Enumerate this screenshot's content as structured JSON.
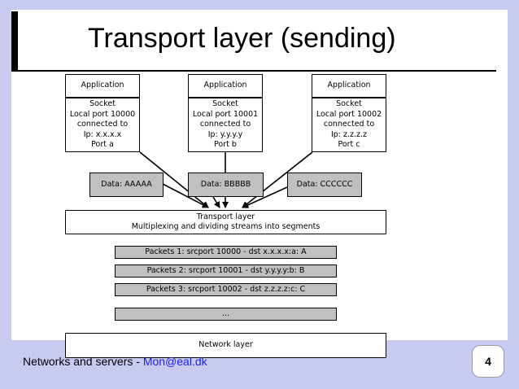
{
  "slide": {
    "title": "Transport layer (sending)",
    "footer_text": "Networks and servers - ",
    "footer_email": "Mon@eal.dk",
    "page_number": "4"
  },
  "diagram": {
    "apps": [
      {
        "head": "Application",
        "lines": [
          "Socket",
          "Local port 10000",
          "connected to",
          "Ip: x.x.x.x",
          "Port a"
        ]
      },
      {
        "head": "Application",
        "lines": [
          "Socket",
          "Local port 10001",
          "connected to",
          "Ip: y.y.y.y",
          "Port b"
        ]
      },
      {
        "head": "Application",
        "lines": [
          "Socket",
          "Local port 10002",
          "connected to",
          "Ip: z.z.z.z",
          "Port c"
        ]
      }
    ],
    "data_boxes": [
      "Data: AAAAA",
      "Data: BBBBB",
      "Data: CCCCCC"
    ],
    "transport": {
      "line1": "Transport layer",
      "line2": "Multiplexing and dividing streams into segments"
    },
    "packets": [
      "Packets 1: srcport 10000 - dst x.x.x.x:a: A",
      "Packets 2: srcport 10001 - dst y.y.y.y:b: B",
      "Packets 3: srcport 10002 - dst z.z.z.z:c: C",
      "..."
    ],
    "network": "Network layer"
  }
}
